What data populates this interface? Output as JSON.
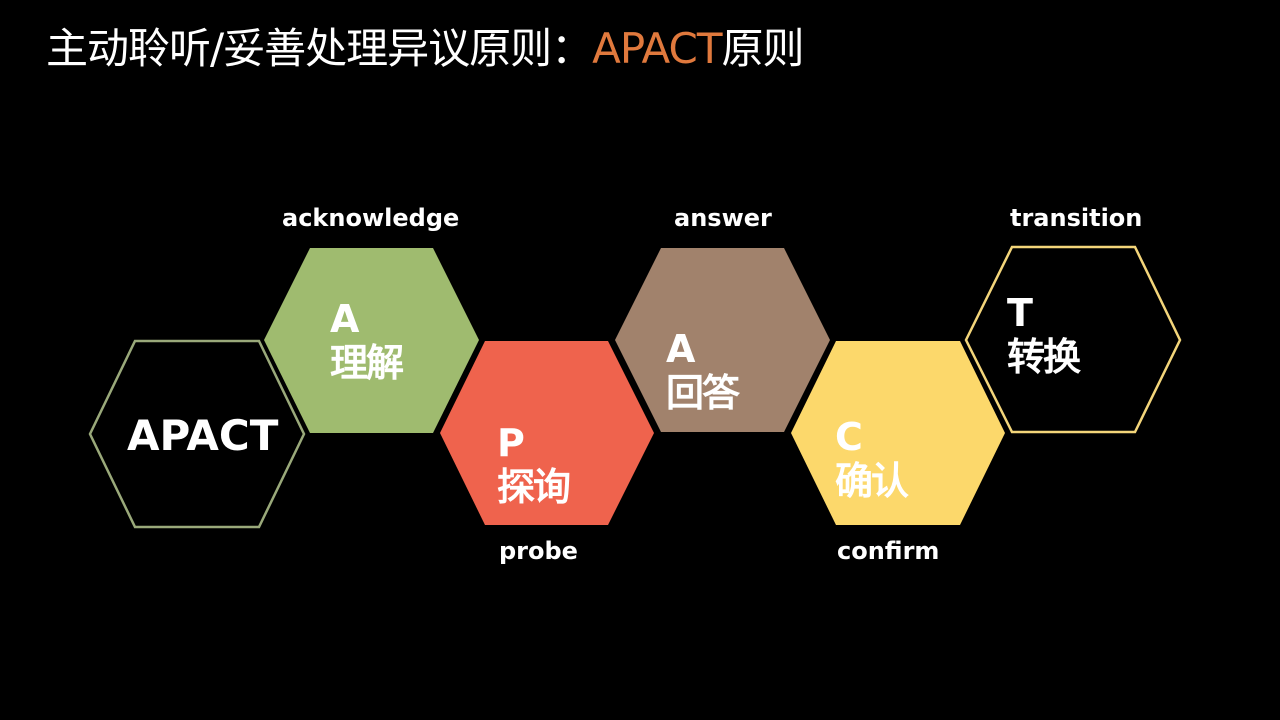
{
  "title": {
    "prefix": "主动聆听/妥善处理异议原则：",
    "accent": "APACT",
    "suffix": "原则"
  },
  "colors": {
    "accent": "#e0793d",
    "apact_outline": "#9aa97a",
    "acknowledge": "#9fbb6f",
    "probe": "#ef634d",
    "answer": "#a1826c",
    "confirm": "#fcd86b",
    "transition_outline": "#f3d57a"
  },
  "center": {
    "label": "APACT"
  },
  "steps": [
    {
      "letter": "A",
      "cn": "理解",
      "en": "acknowledge"
    },
    {
      "letter": "P",
      "cn": "探询",
      "en": "probe"
    },
    {
      "letter": "A",
      "cn": "回答",
      "en": "answer"
    },
    {
      "letter": "C",
      "cn": "确认",
      "en": "confirm"
    },
    {
      "letter": "T",
      "cn": "转换",
      "en": "transition"
    }
  ]
}
